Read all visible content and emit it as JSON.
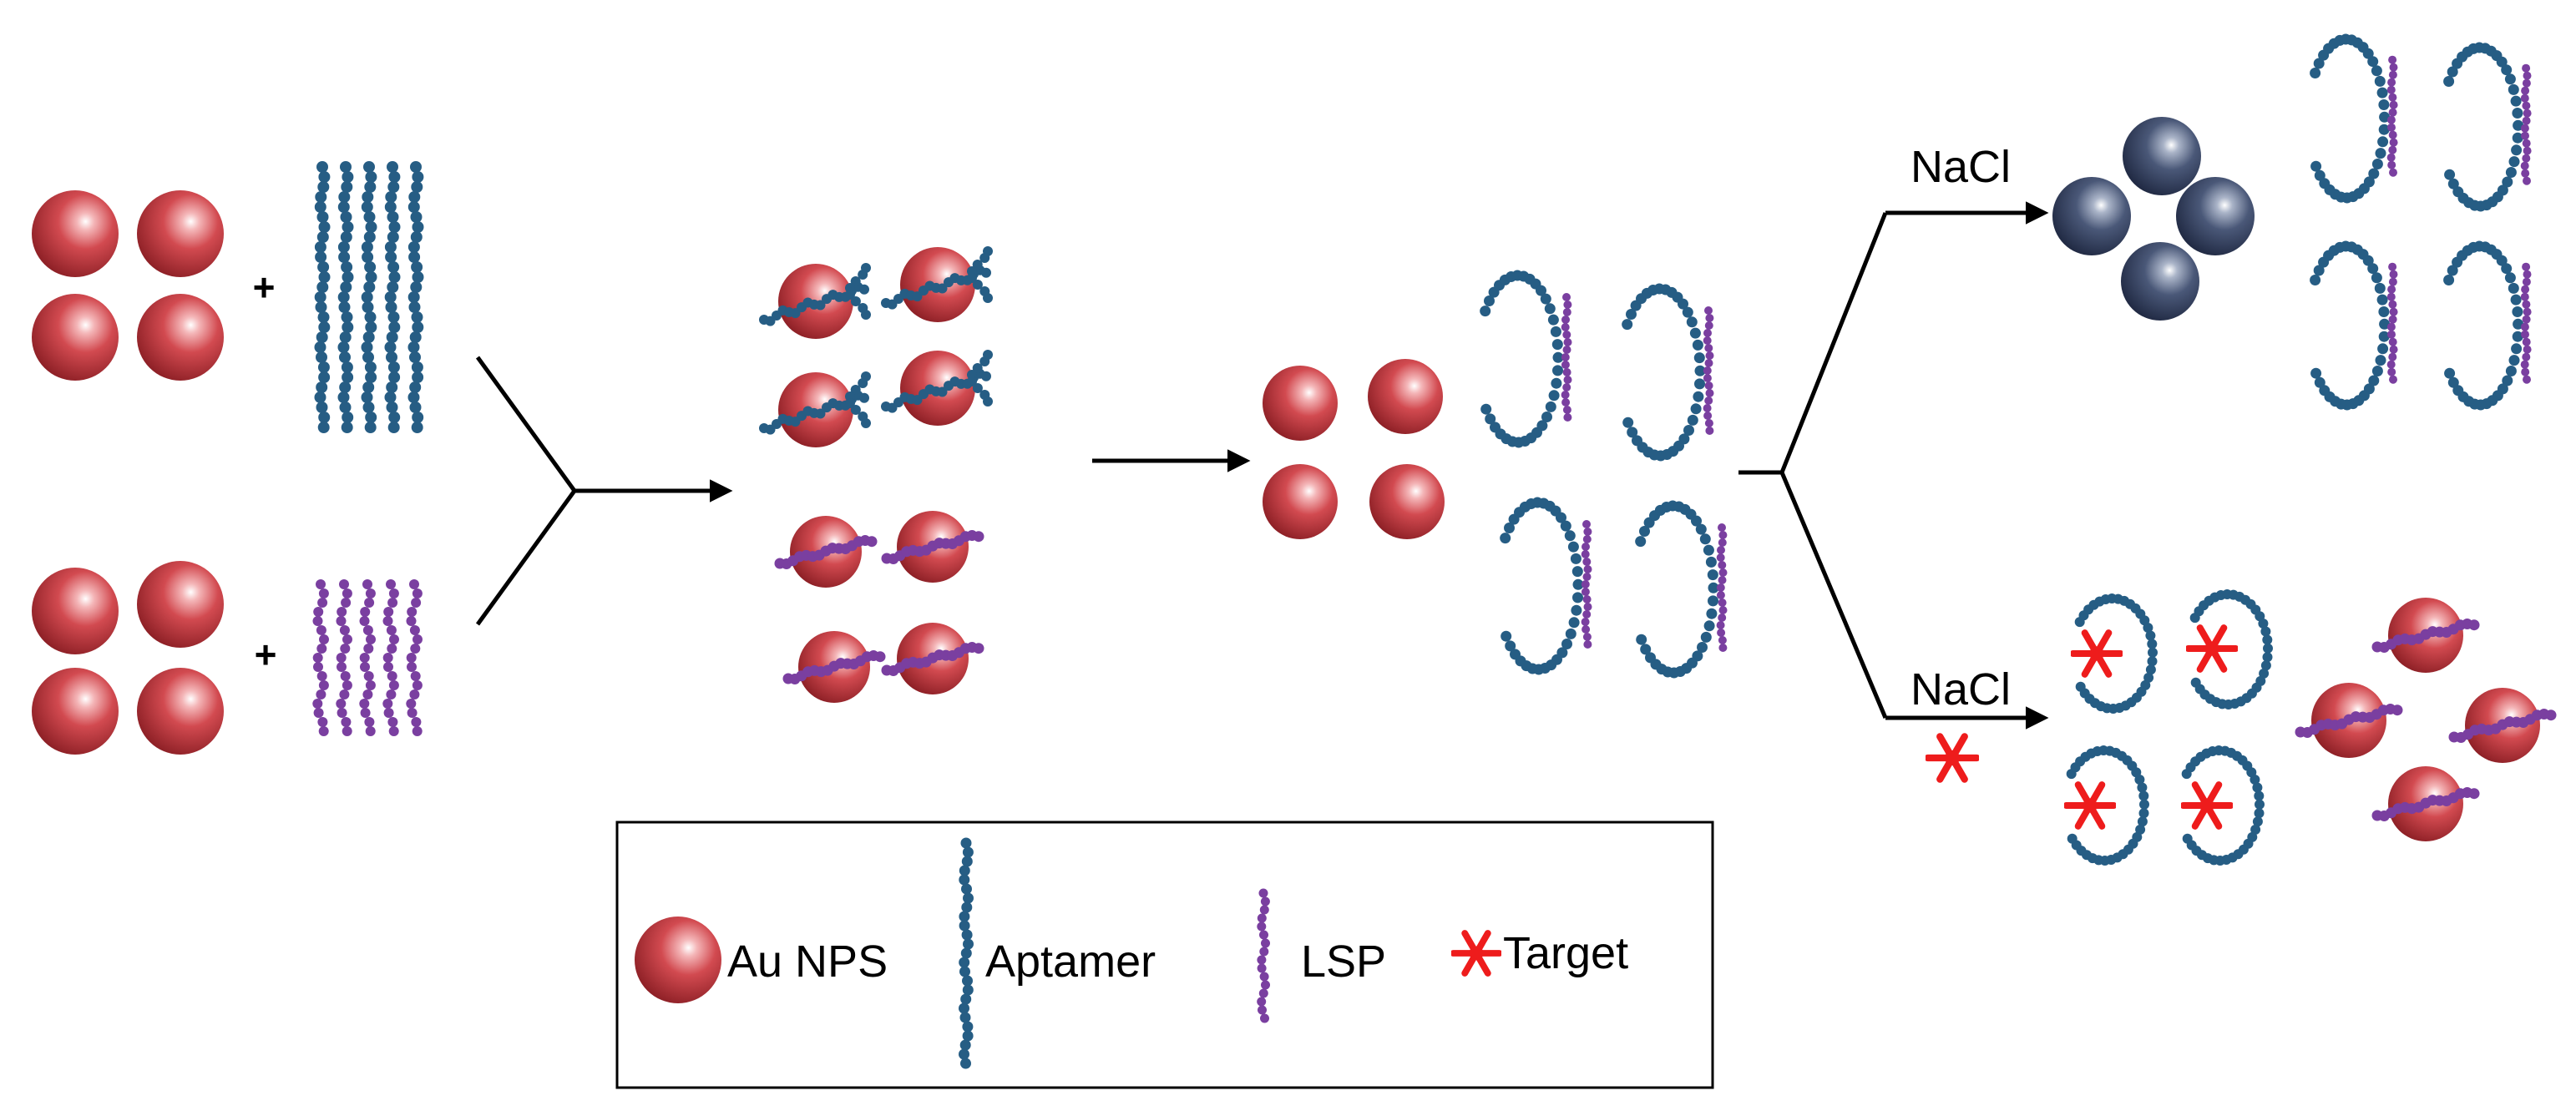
{
  "colors": {
    "gold_np": "#c3363d",
    "aggregated_np": "#3b4a66",
    "aptamer": "#265d84",
    "lsp": "#7a3fa0",
    "target": "#ee1c1c",
    "arrow": "#000000"
  },
  "icons": [
    "au-nanoparticle-icon",
    "aptamer-strand-icon",
    "lsp-strand-icon",
    "target-star-icon"
  ],
  "labels": {
    "plus_top": "+",
    "plus_bottom": "+",
    "nacl_top": "NaCl",
    "nacl_bottom": "NaCl"
  },
  "legend": {
    "items": [
      {
        "label": "Au NPS",
        "icon": "au-nanoparticle-icon"
      },
      {
        "label": "Aptamer",
        "icon": "aptamer-strand-icon"
      },
      {
        "label": "LSP",
        "icon": "lsp-strand-icon"
      },
      {
        "label": "Target",
        "icon": "target-star-icon"
      }
    ]
  }
}
